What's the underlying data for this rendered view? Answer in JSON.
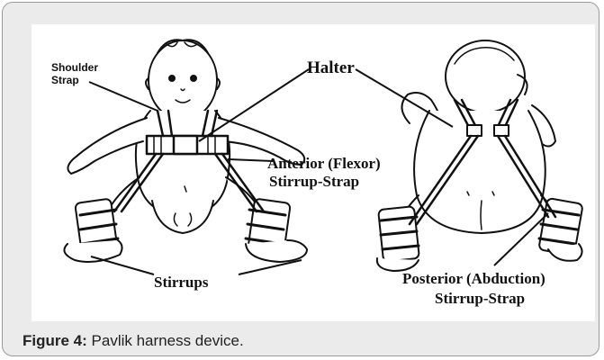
{
  "figure": {
    "labels": {
      "shoulder_strap_line1": "Shoulder",
      "shoulder_strap_line2": "Strap",
      "halter": "Halter",
      "anterior_line1": "Anterior (Flexor)",
      "anterior_line2": "Stirrup-Strap",
      "stirrups": "Stirrups",
      "posterior_line1": "Posterior (Abduction)",
      "posterior_line2": "Stirrup-Strap"
    }
  },
  "caption": {
    "label": "Figure 4:",
    "text": "Pavlik harness device."
  }
}
